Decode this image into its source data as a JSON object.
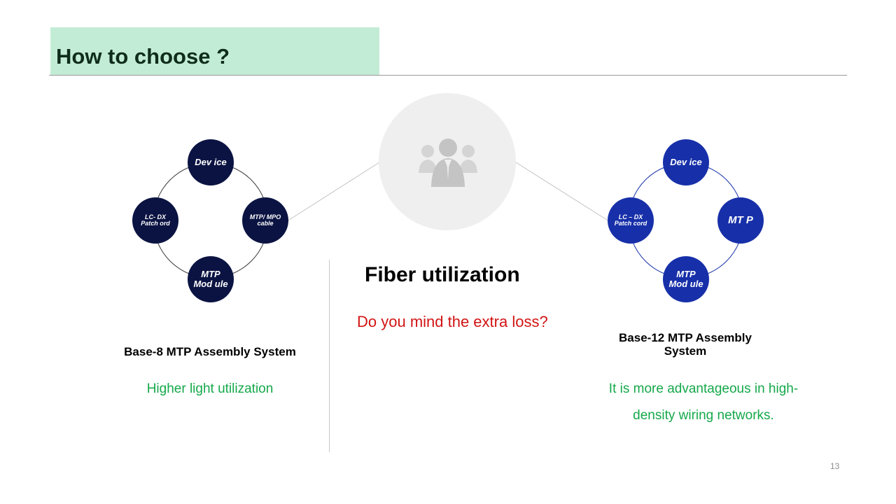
{
  "title": "How to choose ?",
  "center": {
    "icon": "people-group-icon",
    "heading": "Fiber utilization",
    "question": "Do you mind the extra loss?"
  },
  "left_system": {
    "nodes": {
      "top": "Dev ice",
      "right": "MTP/ MPO cable",
      "bottom": "MTP Mod ule",
      "left": "LC- DX Patch ord"
    },
    "label": "Base-8 MTP Assembly System",
    "benefit": "Higher light utilization",
    "color": "#0b1342"
  },
  "right_system": {
    "nodes": {
      "top": "Dev ice",
      "right": "MT P",
      "bottom": "MTP Mod ule",
      "left": "LC – DX Patch cord"
    },
    "label": "Base-12 MTP Assembly System",
    "benefit_line1": "It is more advantageous in high-",
    "benefit_line2": "density wiring networks.",
    "color": "#1730a9"
  },
  "page_number": "13"
}
